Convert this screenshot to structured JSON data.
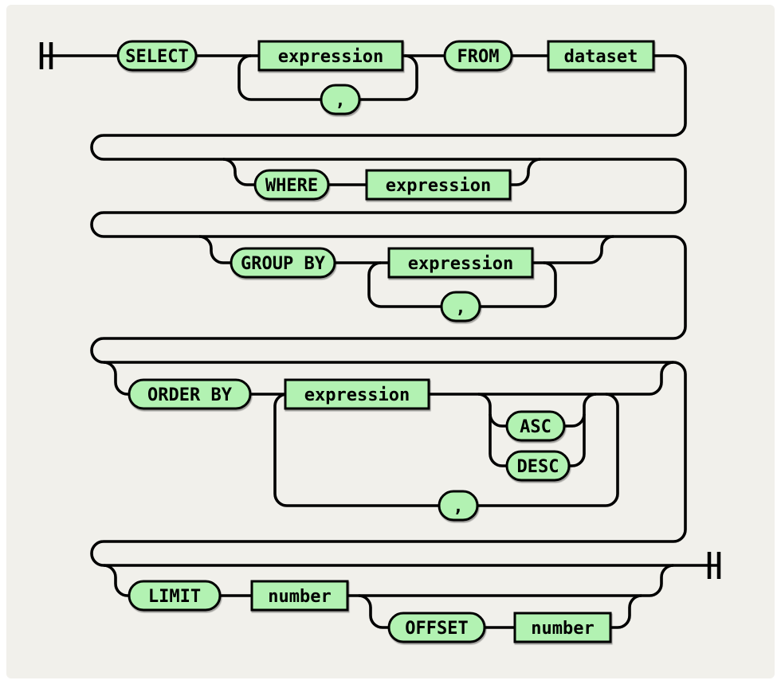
{
  "colors": {
    "page": "#ffffff",
    "background": "#f1f0eb",
    "node_fill": "#b2f2b2",
    "line": "#000000",
    "text": "#000000"
  },
  "diagram": {
    "nodes": {
      "select": "SELECT",
      "expression1": "expression",
      "comma1": ",",
      "from": "FROM",
      "dataset": "dataset",
      "where": "WHERE",
      "expression2": "expression",
      "group_by": "GROUP BY",
      "expression3": "expression",
      "comma2": ",",
      "order_by": "ORDER BY",
      "expression4": "expression",
      "asc": "ASC",
      "desc": "DESC",
      "comma3": ",",
      "limit": "LIMIT",
      "number1": "number",
      "offset": "OFFSET",
      "number2": "number"
    }
  }
}
